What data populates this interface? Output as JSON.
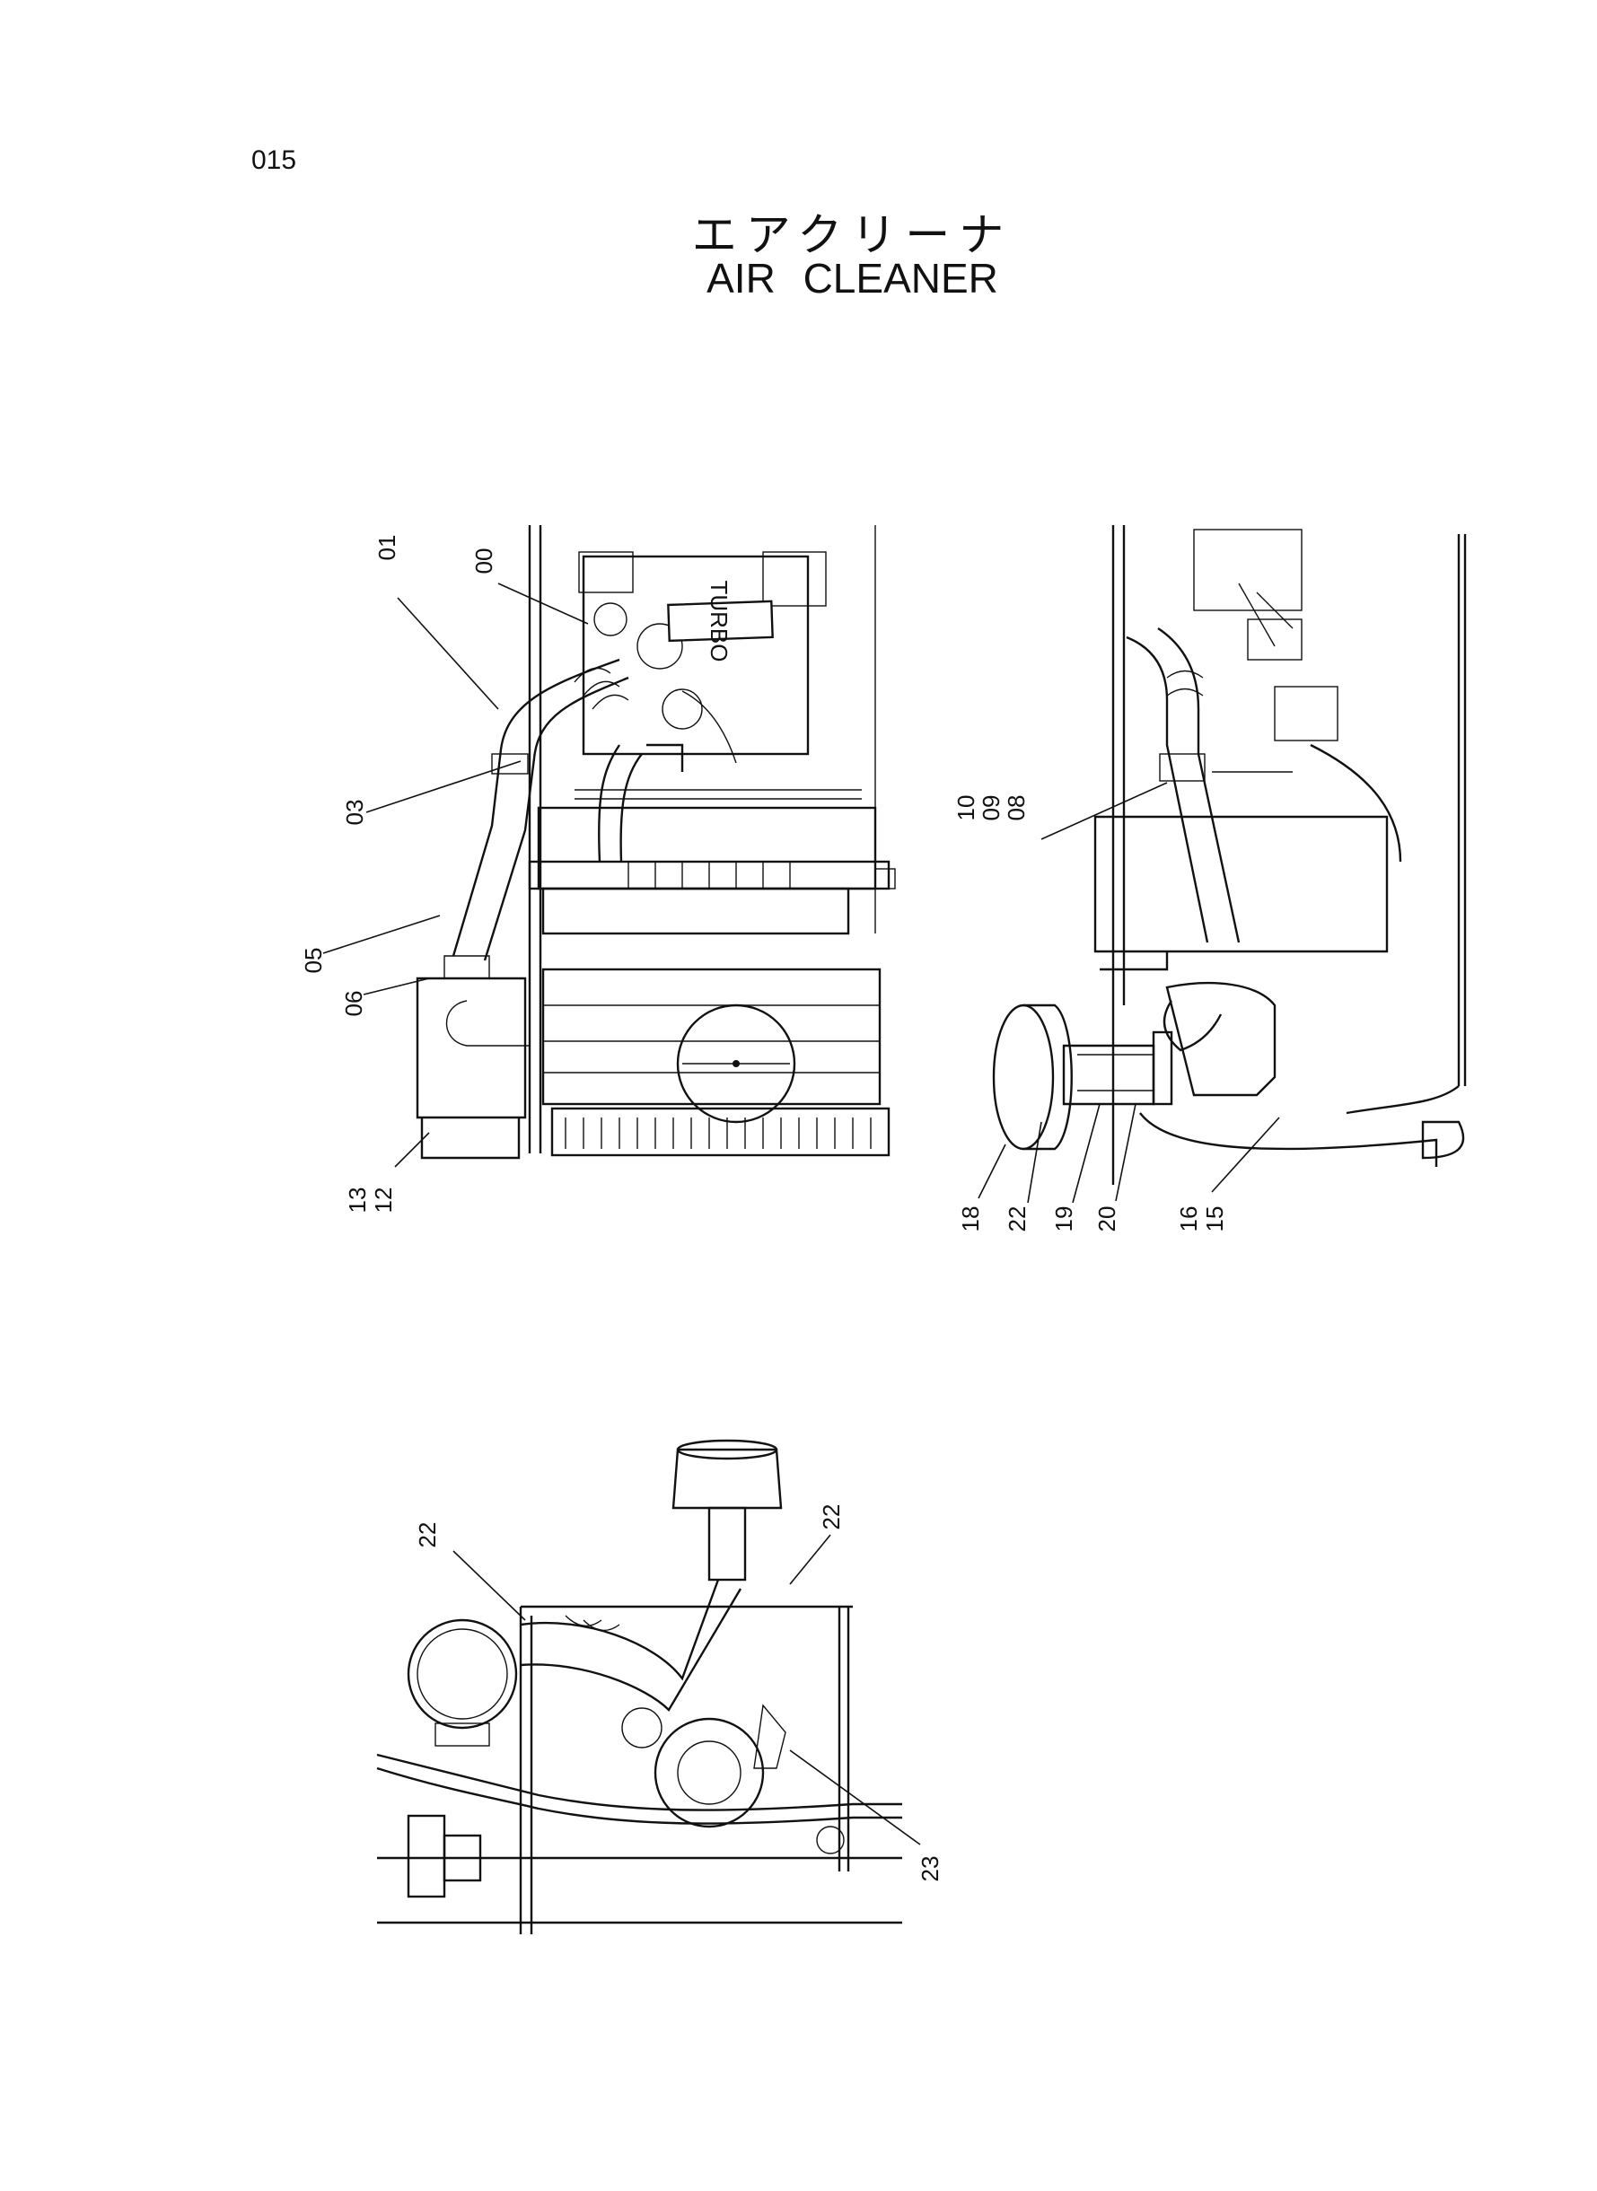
{
  "page_number": "015",
  "title_jp": "エアクリーナ",
  "title_en": "AIR  CLEANER",
  "view1_callouts": [
    "01",
    "00",
    "03",
    "05",
    "06",
    "13",
    "12"
  ],
  "view2_callouts": [
    "10",
    "09",
    "08",
    "18",
    "22",
    "19",
    "20",
    "16",
    "15"
  ],
  "view3_callouts": [
    "22",
    "22",
    "23"
  ],
  "turbo_label": "TURBO"
}
